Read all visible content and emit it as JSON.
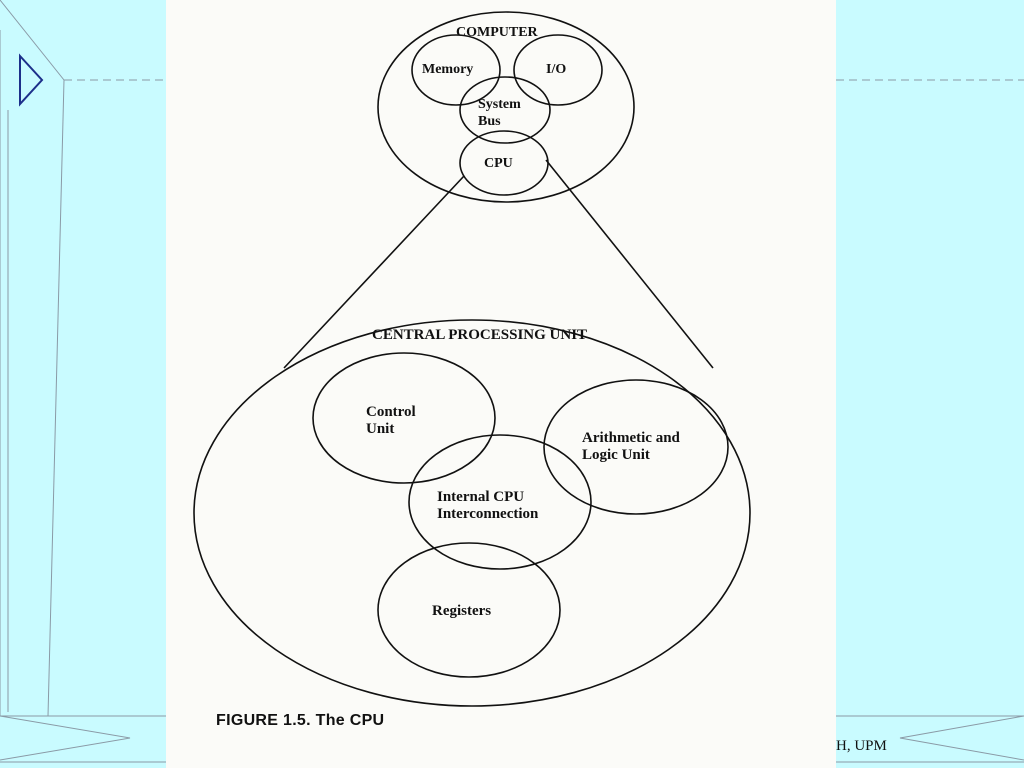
{
  "footer": {
    "text": "H, UPM"
  },
  "figure": {
    "caption": "FIGURE 1.5.  The CPU",
    "computer": {
      "title": "COMPUTER",
      "memory": "Memory",
      "io": "I/O",
      "system_bus_line1": "System",
      "system_bus_line2": "Bus",
      "cpu": "CPU"
    },
    "central": {
      "title": "CENTRAL PROCESSING UNIT",
      "control_line1": "Control",
      "control_line2": "Unit",
      "alu_line1": "Arithmetic and",
      "alu_line2": "Logic Unit",
      "interconnect_line1": "Internal CPU",
      "interconnect_line2": "Interconnection",
      "registers": "Registers"
    }
  },
  "colors": {
    "background": "#c9fbff",
    "paper": "#fbfbf8",
    "ink": "#111111"
  }
}
